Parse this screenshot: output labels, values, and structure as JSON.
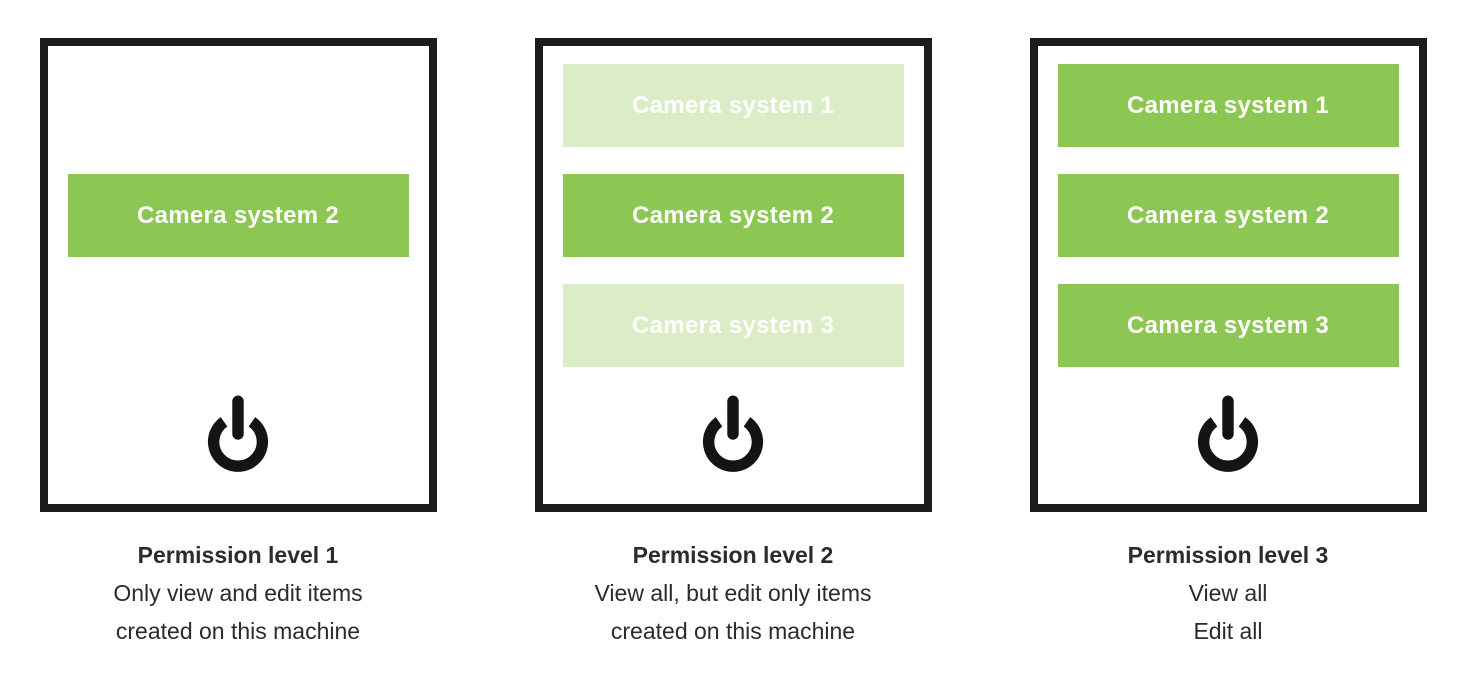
{
  "colors": {
    "accent_green": "#8cc653",
    "muted_green": "#daedc6",
    "frame_black": "#1c1c1c",
    "button_text": "#ffffff",
    "caption_text": "#2b2b2b"
  },
  "icons": {
    "power": "power-icon"
  },
  "panels": [
    {
      "caption_title": "Permission level 1",
      "caption_lines": [
        "Only view and edit items",
        "created on this machine"
      ],
      "buttons": [
        {
          "label": "Camera system 2",
          "state": "active"
        }
      ]
    },
    {
      "caption_title": "Permission level 2",
      "caption_lines": [
        "View all, but edit only items",
        "created on this machine"
      ],
      "buttons": [
        {
          "label": "Camera system 1",
          "state": "muted"
        },
        {
          "label": "Camera system 2",
          "state": "active"
        },
        {
          "label": "Camera system 3",
          "state": "muted"
        }
      ]
    },
    {
      "caption_title": "Permission level 3",
      "caption_lines": [
        "View all",
        "Edit all"
      ],
      "buttons": [
        {
          "label": "Camera system 1",
          "state": "active"
        },
        {
          "label": "Camera system 2",
          "state": "active"
        },
        {
          "label": "Camera system 3",
          "state": "active"
        }
      ]
    }
  ]
}
